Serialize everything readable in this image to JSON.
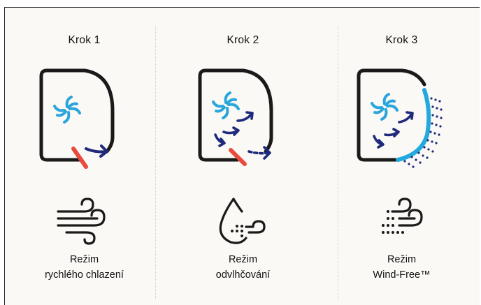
{
  "steps": [
    {
      "title": "Krok 1",
      "label_line1": "Režim",
      "label_line2": "rychlého chlazení",
      "unit_icon": "ac-unit-fast-cooling-illustration",
      "mode_icon": "wind-icon"
    },
    {
      "title": "Krok 2",
      "label_line1": "Režim",
      "label_line2": "odvlhčování",
      "unit_icon": "ac-unit-dehumidify-illustration",
      "mode_icon": "water-drop-icon"
    },
    {
      "title": "Krok 3",
      "label_line1": "Režim",
      "label_line2": "Wind-Free™",
      "unit_icon": "ac-unit-wind-free-illustration",
      "mode_icon": "wind-free-icon"
    }
  ],
  "colors": {
    "background": "#fbf9f6",
    "outline": "#1a1a1a",
    "fan_blue": "#2aa6dc",
    "airflow_navy": "#1f2a7c",
    "vane_red": "#e84a3c",
    "panel_cyan": "#22a9dd"
  }
}
